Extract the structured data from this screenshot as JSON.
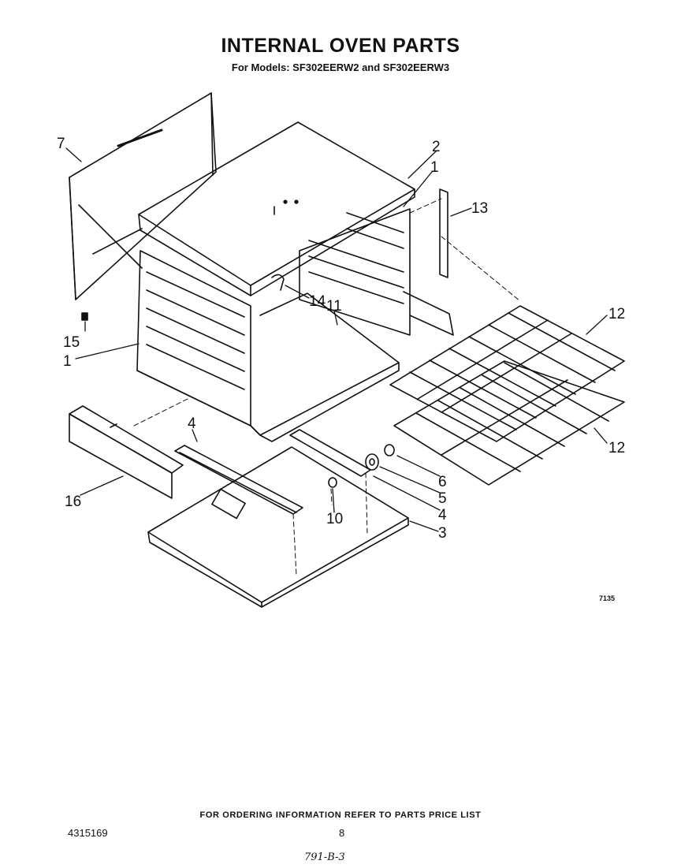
{
  "header": {
    "title": "INTERNAL OVEN PARTS",
    "subtitle": "For Models: SF302EERW2 and SF302EERW3"
  },
  "diagram": {
    "callouts": [
      "7",
      "2",
      "1",
      "13",
      "14",
      "11",
      "15",
      "1",
      "12",
      "12",
      "4",
      "6",
      "5",
      "4",
      "16",
      "10",
      "3"
    ],
    "figure_number": "7135"
  },
  "footer": {
    "ordering_note": "FOR ORDERING INFORMATION REFER TO PARTS PRICE LIST",
    "document_number": "4315169",
    "page_number": "8",
    "handwritten_note": "791-B-3"
  }
}
